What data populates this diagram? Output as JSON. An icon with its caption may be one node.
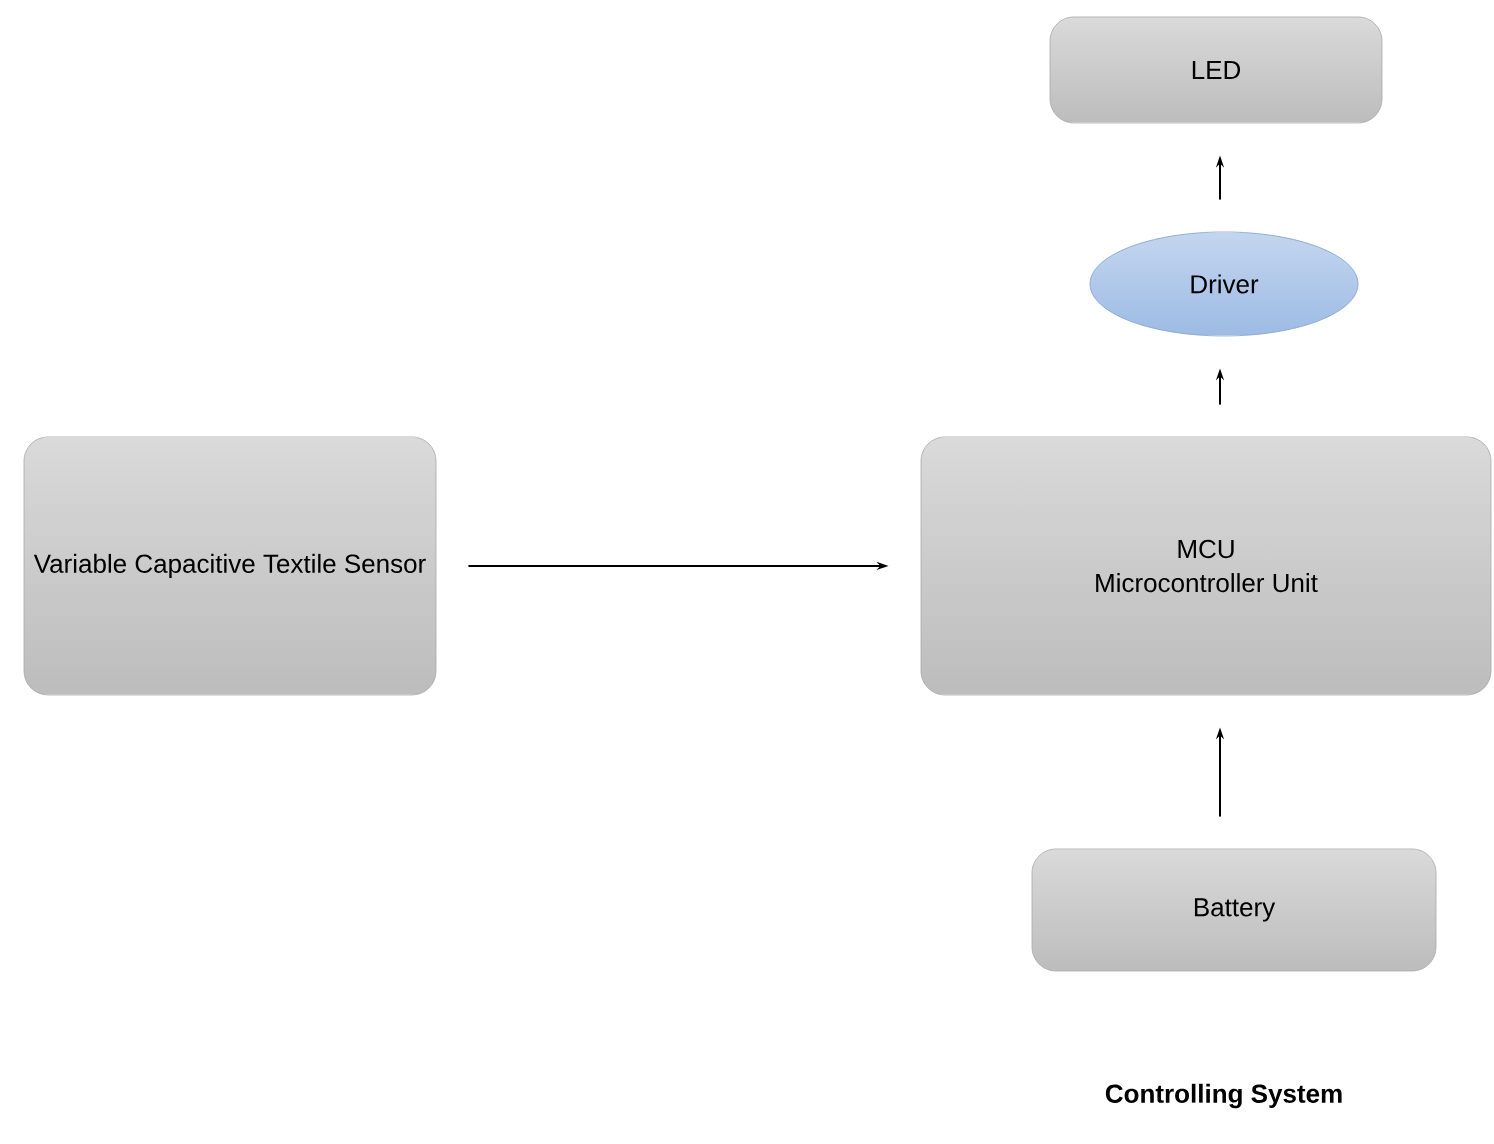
{
  "diagram": {
    "title": "Controlling System",
    "nodes": [
      {
        "text": [
          "LED"
        ]
      },
      {
        "text": [
          "Driver"
        ]
      },
      {
        "text": [
          "Variable Capacitive Textile Sensor"
        ]
      },
      {
        "text": [
          "MCU",
          "Microcontroller Unit"
        ]
      },
      {
        "text": [
          "Battery"
        ]
      }
    ],
    "edges": [
      {
        "from": 2,
        "to": 3,
        "arrow": "to"
      },
      {
        "from": 3,
        "to": 1,
        "arrow": "to"
      },
      {
        "from": 1,
        "to": 0,
        "arrow": "to"
      },
      {
        "from": 4,
        "to": 3,
        "arrow": "to"
      }
    ]
  }
}
